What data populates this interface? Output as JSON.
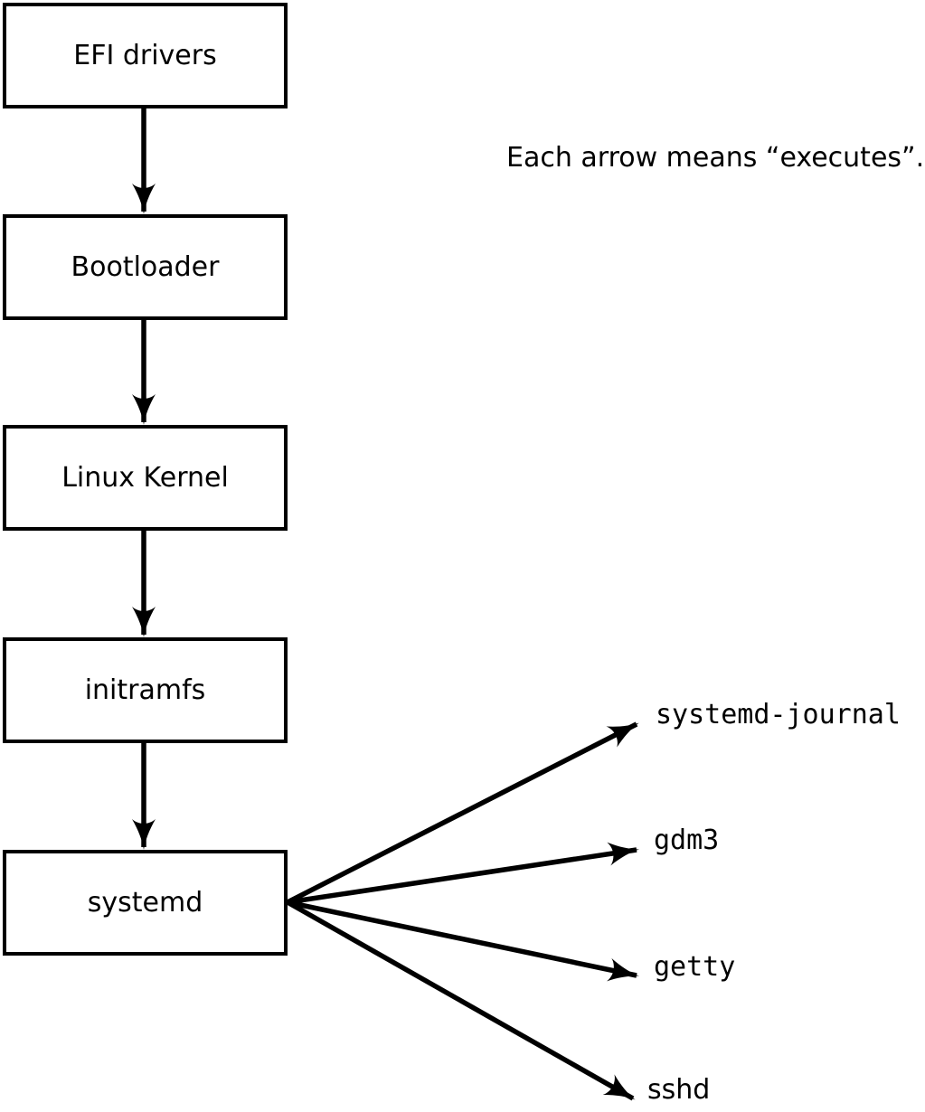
{
  "note": {
    "text": "Each arrow means “executes”."
  },
  "chain": [
    {
      "label": "EFI drivers"
    },
    {
      "label": "Bootloader"
    },
    {
      "label": "Linux Kernel"
    },
    {
      "label": "initramfs"
    },
    {
      "label": "systemd"
    }
  ],
  "spawned": [
    {
      "label": "systemd-journal"
    },
    {
      "label": "gdm3"
    },
    {
      "label": "getty"
    },
    {
      "label": "sshd"
    }
  ],
  "colors": {
    "line": "#000000",
    "text": "#000000",
    "background": "#ffffff"
  }
}
